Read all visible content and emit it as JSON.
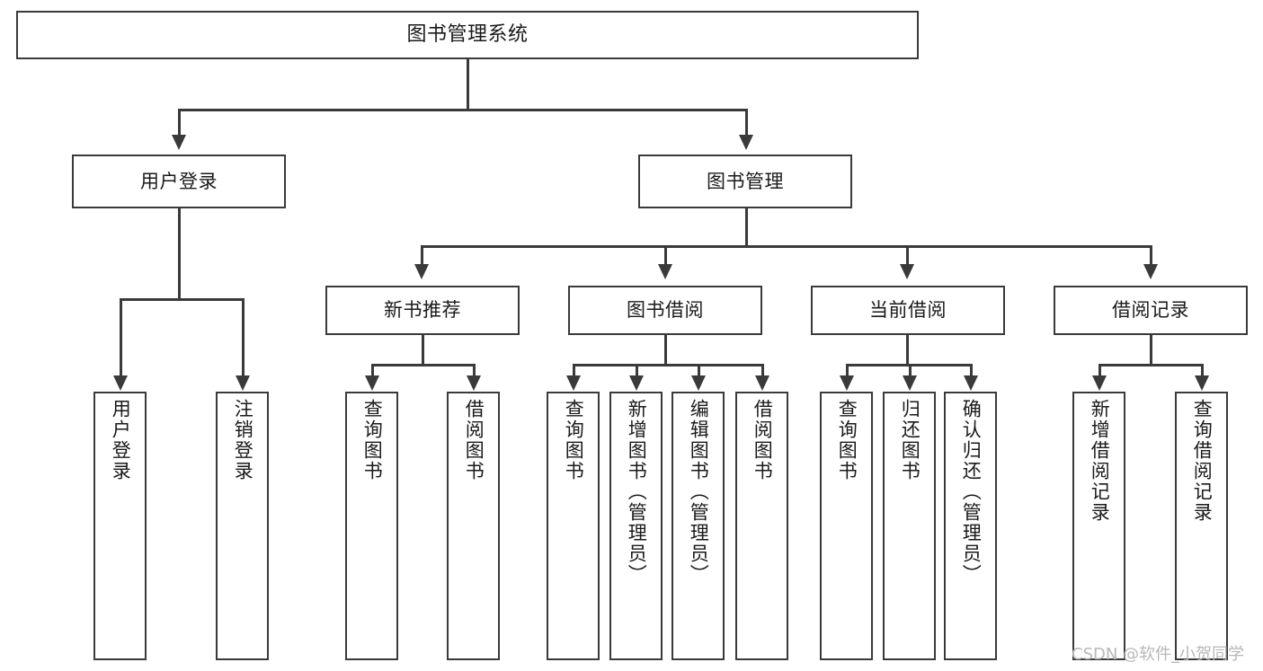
{
  "diagram": {
    "type": "tree-hierarchy-chart",
    "title": "图书管理系统",
    "root": {
      "label": "图书管理系统"
    },
    "level2": [
      {
        "id": "user-login",
        "label": "用户登录"
      },
      {
        "id": "book-management",
        "label": "图书管理"
      }
    ],
    "level3": [
      {
        "id": "new-book-recommend",
        "label": "新书推荐",
        "parent": "book-management"
      },
      {
        "id": "book-borrow",
        "label": "图书借阅",
        "parent": "book-management"
      },
      {
        "id": "current-borrow",
        "label": "当前借阅",
        "parent": "book-management"
      },
      {
        "id": "borrow-record",
        "label": "借阅记录",
        "parent": "book-management"
      }
    ],
    "leaves": {
      "user_login": [
        {
          "id": "leaf-user-login",
          "label": "用户登录"
        },
        {
          "id": "leaf-user-logout",
          "label": "注销登录"
        }
      ],
      "new_book_recommend": [
        {
          "id": "leaf-query-book-1",
          "label": "查询图书"
        },
        {
          "id": "leaf-borrow-book-1",
          "label": "借阅图书"
        }
      ],
      "book_borrow": [
        {
          "id": "leaf-query-book-2",
          "label": "查询图书"
        },
        {
          "id": "leaf-add-book",
          "label": "新增图书（管理员）"
        },
        {
          "id": "leaf-edit-book",
          "label": "编辑图书（管理员）"
        },
        {
          "id": "leaf-borrow-book-2",
          "label": "借阅图书"
        }
      ],
      "current_borrow": [
        {
          "id": "leaf-query-book-3",
          "label": "查询图书"
        },
        {
          "id": "leaf-return-book",
          "label": "归还图书"
        },
        {
          "id": "leaf-confirm-return",
          "label": "确认归还（管理员）"
        }
      ],
      "borrow_record": [
        {
          "id": "leaf-add-record",
          "label": "新增借阅记录"
        },
        {
          "id": "leaf-query-record",
          "label": "查询借阅记录"
        }
      ]
    }
  },
  "watermark": {
    "text": "CSDN @软件_小贺同学"
  },
  "colors": {
    "stroke": "#3a3a3a",
    "background": "#ffffff",
    "text": "#1a1a1a",
    "watermark": "#b8b8b8"
  }
}
